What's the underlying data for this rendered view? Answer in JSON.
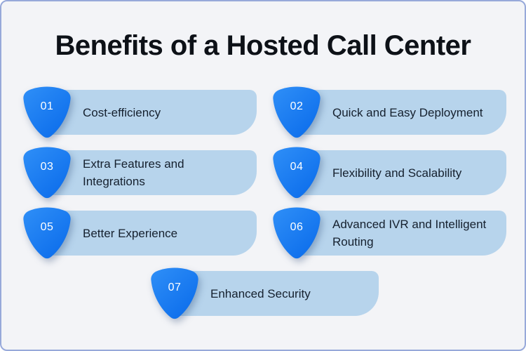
{
  "title": "Benefits of a Hosted Call Center",
  "benefits": [
    {
      "number": "01",
      "label": "Cost-efficiency"
    },
    {
      "number": "02",
      "label": "Quick and Easy Deployment"
    },
    {
      "number": "03",
      "label": "Extra Features and Integrations"
    },
    {
      "number": "04",
      "label": "Flexibility and Scalability"
    },
    {
      "number": "05",
      "label": "Better Experience"
    },
    {
      "number": "06",
      "label": "Advanced IVR and Intelligent Routing"
    },
    {
      "number": "07",
      "label": "Enhanced Security"
    }
  ],
  "icons": {
    "badge": "shield-icon"
  },
  "colors": {
    "background": "#f3f4f7",
    "frame_border": "#97a9da",
    "shield_gradient_start": "#2f8ff7",
    "shield_gradient_end": "#0b6ceb",
    "bar_fill": "#b7d4ec",
    "title_text": "#0d1117",
    "bar_text": "#15202e",
    "badge_text": "#ffffff"
  }
}
